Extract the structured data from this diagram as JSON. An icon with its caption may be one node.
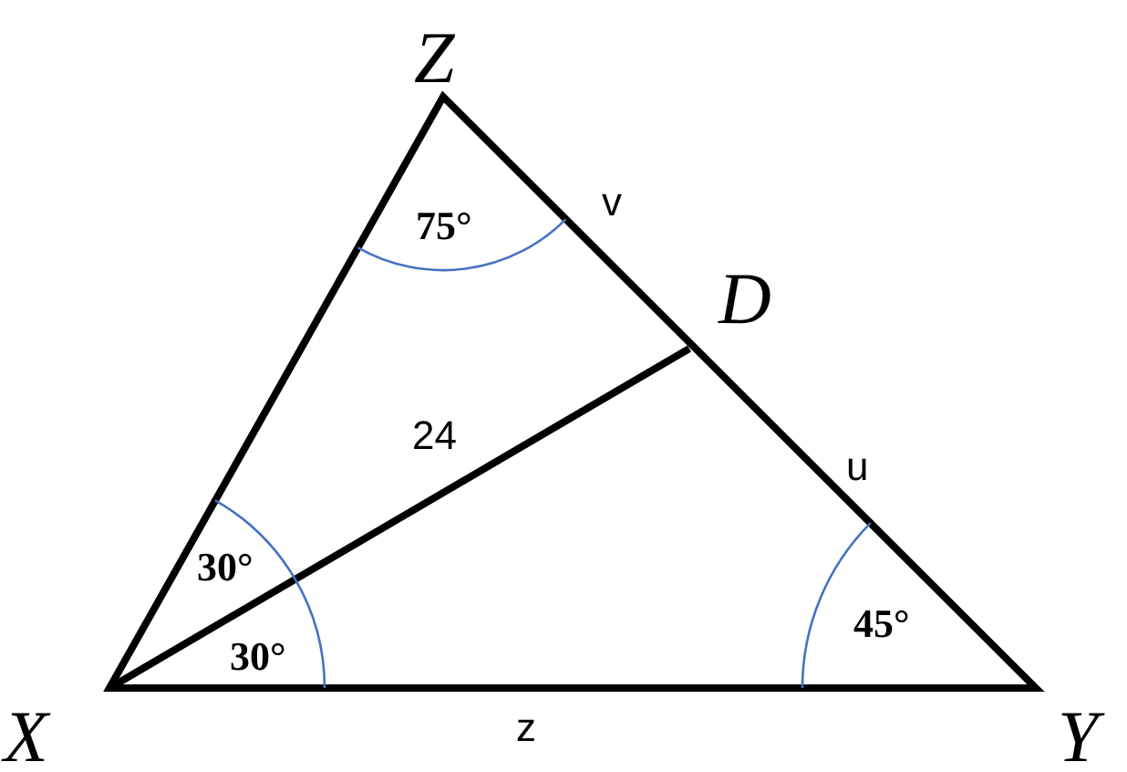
{
  "diagram": {
    "labels": [
      "Z",
      "v",
      "75°",
      "D",
      "24",
      "u",
      "30°",
      "45°",
      "30°",
      "X",
      "z",
      "Y"
    ]
  }
}
